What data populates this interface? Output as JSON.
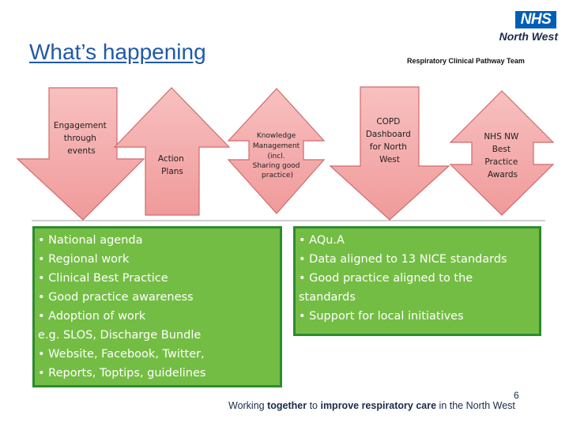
{
  "slide": {
    "title": "What’s happening",
    "logo": {
      "mark": "NHS",
      "region": "North West"
    },
    "team": "Respiratory Clinical Pathway Team",
    "arrows": {
      "engagement": [
        "Engagement",
        "through",
        "events"
      ],
      "action": [
        "Action",
        "Plans"
      ],
      "knowledge": [
        "Knowledge",
        "Management",
        "(incl.",
        "Sharing good",
        "practice)"
      ],
      "copd": [
        "COPD",
        "Dashboard",
        "for North",
        "West"
      ],
      "awards": [
        "NHS NW",
        "Best",
        "Practice",
        "Awards"
      ]
    },
    "left_box": [
      "• National agenda",
      "• Regional work",
      "• Clinical Best Practice",
      "• Good practice awareness",
      "• Adoption of work",
      "e.g. SLOS, Discharge Bundle",
      "• Website, Facebook, Twitter,",
      "• Reports, Toptips, guidelines"
    ],
    "right_box": [
      "• AQu.A",
      "• Data aligned to 13 NICE standards",
      "• Good practice aligned to the",
      "standards",
      "• Support for local initiatives"
    ],
    "footer": {
      "t1": "Working ",
      "t2": "together",
      "t3": " to ",
      "t4": "improve respiratory care",
      "t5": " in the North West"
    },
    "page_number": "6",
    "colors": {
      "title": "#1f5aa8",
      "arrow_fill": "#f4a3a3",
      "arrow_stroke": "#d06a6a",
      "box_fill": "#74bd44",
      "box_border": "#2e8b2e",
      "nhs_blue": "#005eb8"
    }
  }
}
